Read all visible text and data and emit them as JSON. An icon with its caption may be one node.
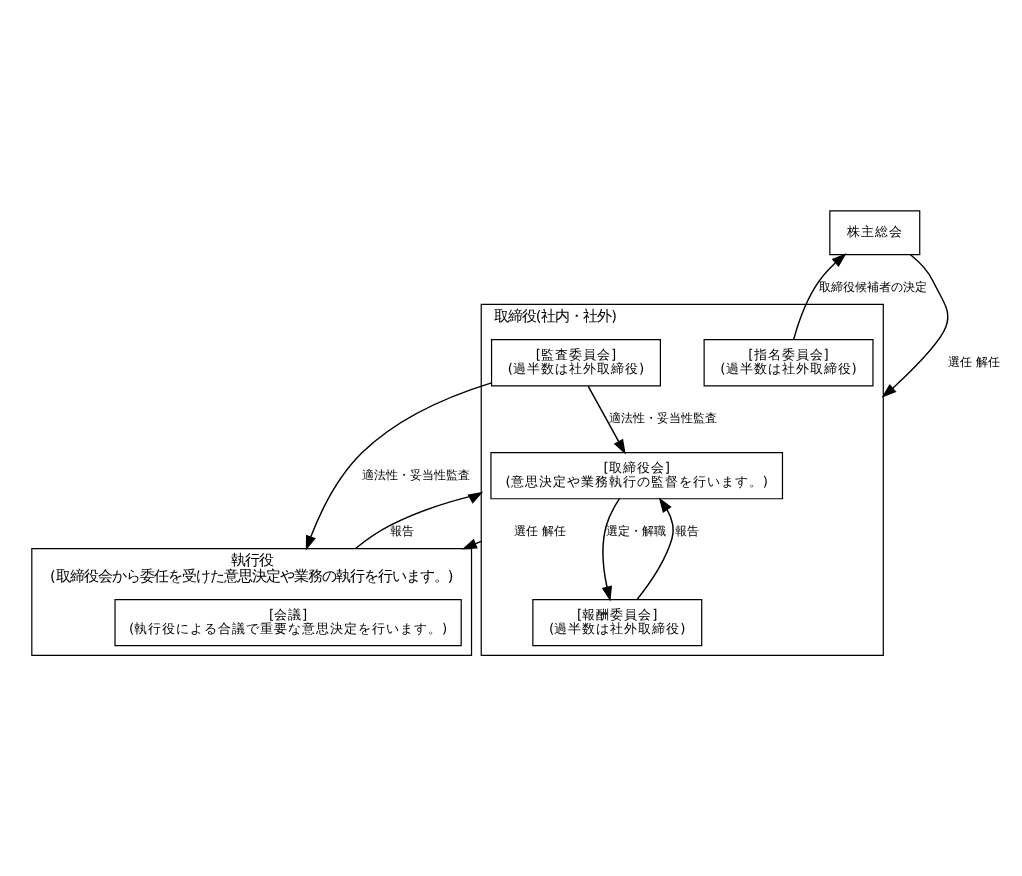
{
  "diagram": {
    "nodes": [
      {
        "text": [
          "株主総会"
        ]
      },
      {
        "text": [
          "取締役(社内・社外)"
        ]
      },
      {
        "text": [
          "[取締役会]",
          "(意思決定や業務執行の監督を行います。)"
        ],
        "in": 1
      },
      {
        "text": [
          "[指名委員会]",
          "(過半数は社外取締役)"
        ],
        "in": 1
      },
      {
        "text": [
          "[報酬委員会]",
          "(過半数は社外取締役)"
        ],
        "in": 1
      },
      {
        "text": [
          "[監査委員会]",
          "(過半数は社外取締役)"
        ],
        "in": 1
      },
      {
        "text": [
          "執行役",
          "(取締役会から委任を受けた意思決定や業務の執行を行います。)"
        ]
      },
      {
        "text": [
          "[会議]",
          "(執行役による合議で重要な意思決定を行います。)"
        ],
        "in": 6
      }
    ],
    "edges": [
      {
        "from": 0,
        "to": 1,
        "arrow": "to",
        "label": "選任 解任"
      },
      {
        "from": 3,
        "to": 0,
        "arrow": "to",
        "label": "取締役候補者の決定"
      },
      {
        "from": 2,
        "to": 4,
        "arrow": "to",
        "label": "選定・解職"
      },
      {
        "from": 4,
        "to": 2,
        "arrow": "to",
        "label": "報告"
      },
      {
        "from": 5,
        "to": 2,
        "arrow": "to",
        "label": "適法性・妥当性監査"
      },
      {
        "from": 5,
        "to": 6,
        "arrow": "to",
        "label": "適法性・妥当性監査"
      },
      {
        "from": 6,
        "to": 1,
        "arrow": "to",
        "label": "報告"
      },
      {
        "from": 1,
        "to": 6,
        "arrow": "to",
        "label": "選任 解任"
      }
    ]
  }
}
